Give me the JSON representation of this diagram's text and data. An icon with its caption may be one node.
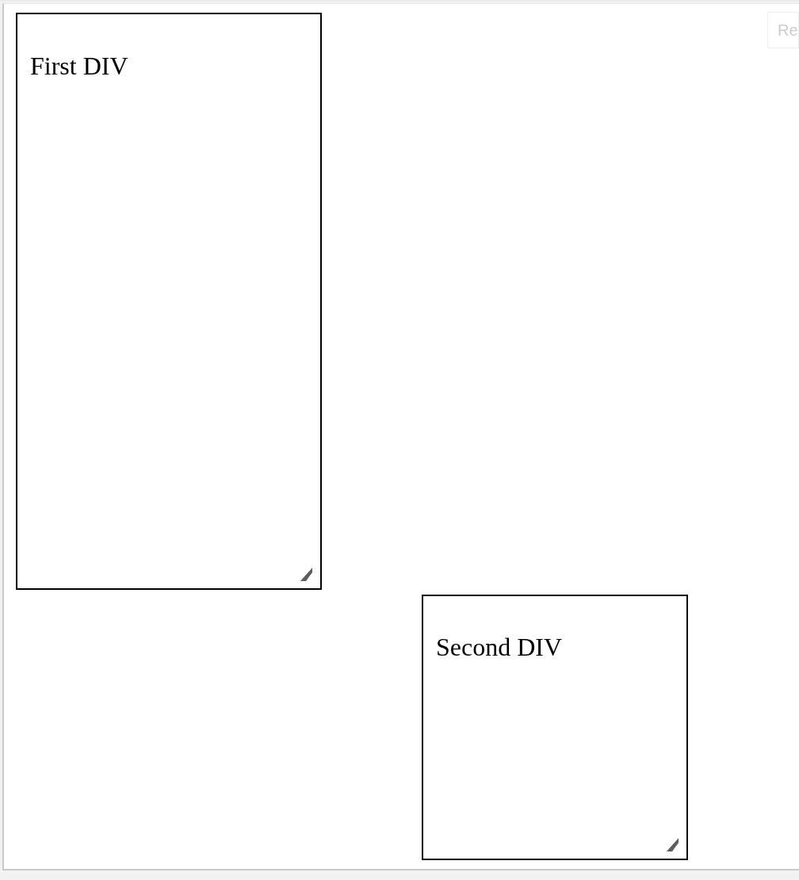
{
  "diagram": {
    "nodes": [
      {
        "text": [
          "First DIV"
        ]
      },
      {
        "text": [
          "Second DIV"
        ]
      }
    ],
    "labels": [
      "Re"
    ]
  }
}
